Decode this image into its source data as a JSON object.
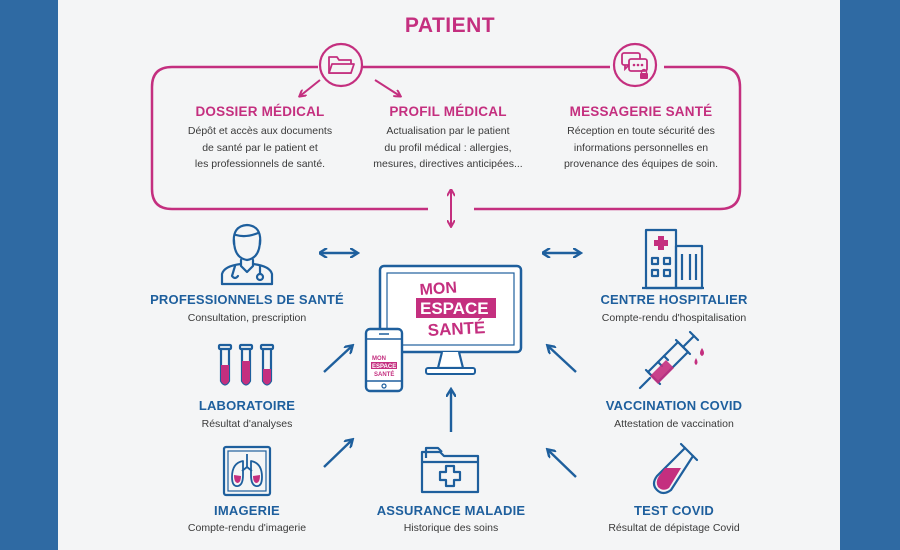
{
  "colors": {
    "pink": "#c42f7f",
    "blue": "#1e5f9d",
    "frame": "#2f6aa3",
    "panel": "#f4f5f6"
  },
  "patient": {
    "title": "PATIENT",
    "dossier": {
      "title": "DOSSIER MÉDICAL",
      "lines": [
        "Dépôt et accès aux documents",
        "de santé par le patient et",
        "les professionnels de santé."
      ]
    },
    "profil": {
      "title": "PROFIL MÉDICAL",
      "lines": [
        "Actualisation par le patient",
        "du profil médical : allergies,",
        "mesures, directives anticipées..."
      ]
    },
    "messagerie": {
      "title": "MESSAGERIE SANTÉ",
      "lines": [
        "Réception en toute sécurité des",
        "informations personnelles en",
        "provenance des équipes de soin."
      ]
    }
  },
  "center": {
    "logo_lines": [
      "MON",
      "ESPACE",
      "SANTÉ"
    ]
  },
  "nodes": {
    "professionnels": {
      "title": "PROFESSIONNELS DE SANTÉ",
      "desc": "Consultation, prescription"
    },
    "laboratoire": {
      "title": "LABORATOIRE",
      "desc": "Résultat d'analyses"
    },
    "imagerie": {
      "title": "IMAGERIE",
      "desc": "Compte-rendu d'imagerie"
    },
    "assurance": {
      "title": "ASSURANCE MALADIE",
      "desc": "Historique des soins"
    },
    "hospitalier": {
      "title": "CENTRE HOSPITALIER",
      "desc": "Compte-rendu d'hospitalisation"
    },
    "vaccination": {
      "title": "VACCINATION COVID",
      "desc": "Attestation de vaccination"
    },
    "testcovid": {
      "title": "TEST COVID",
      "desc": "Résultat de dépistage Covid"
    }
  },
  "icons": [
    "folder-icon",
    "chat-lock-icon",
    "doctor-icon",
    "test-tubes-icon",
    "lungs-xray-icon",
    "medical-folder-icon",
    "hospital-icon",
    "syringe-icon",
    "test-tube-icon",
    "monitor-icon",
    "phone-icon"
  ]
}
